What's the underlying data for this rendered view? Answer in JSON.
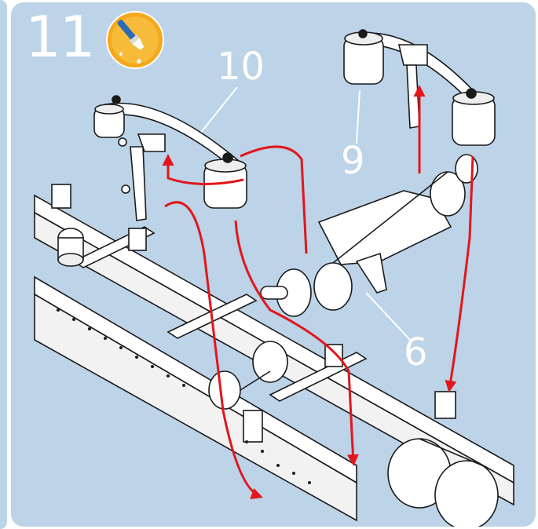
{
  "step": {
    "number": "11"
  },
  "badge": {
    "icon": "glue-brush-icon",
    "color": "#f4a81a"
  },
  "callouts": {
    "c10": "10",
    "c9": "9",
    "c6": "6"
  },
  "colors": {
    "panel": "#bcd3e8",
    "arrow": "#e2161b",
    "line": "#1a1a1a"
  }
}
